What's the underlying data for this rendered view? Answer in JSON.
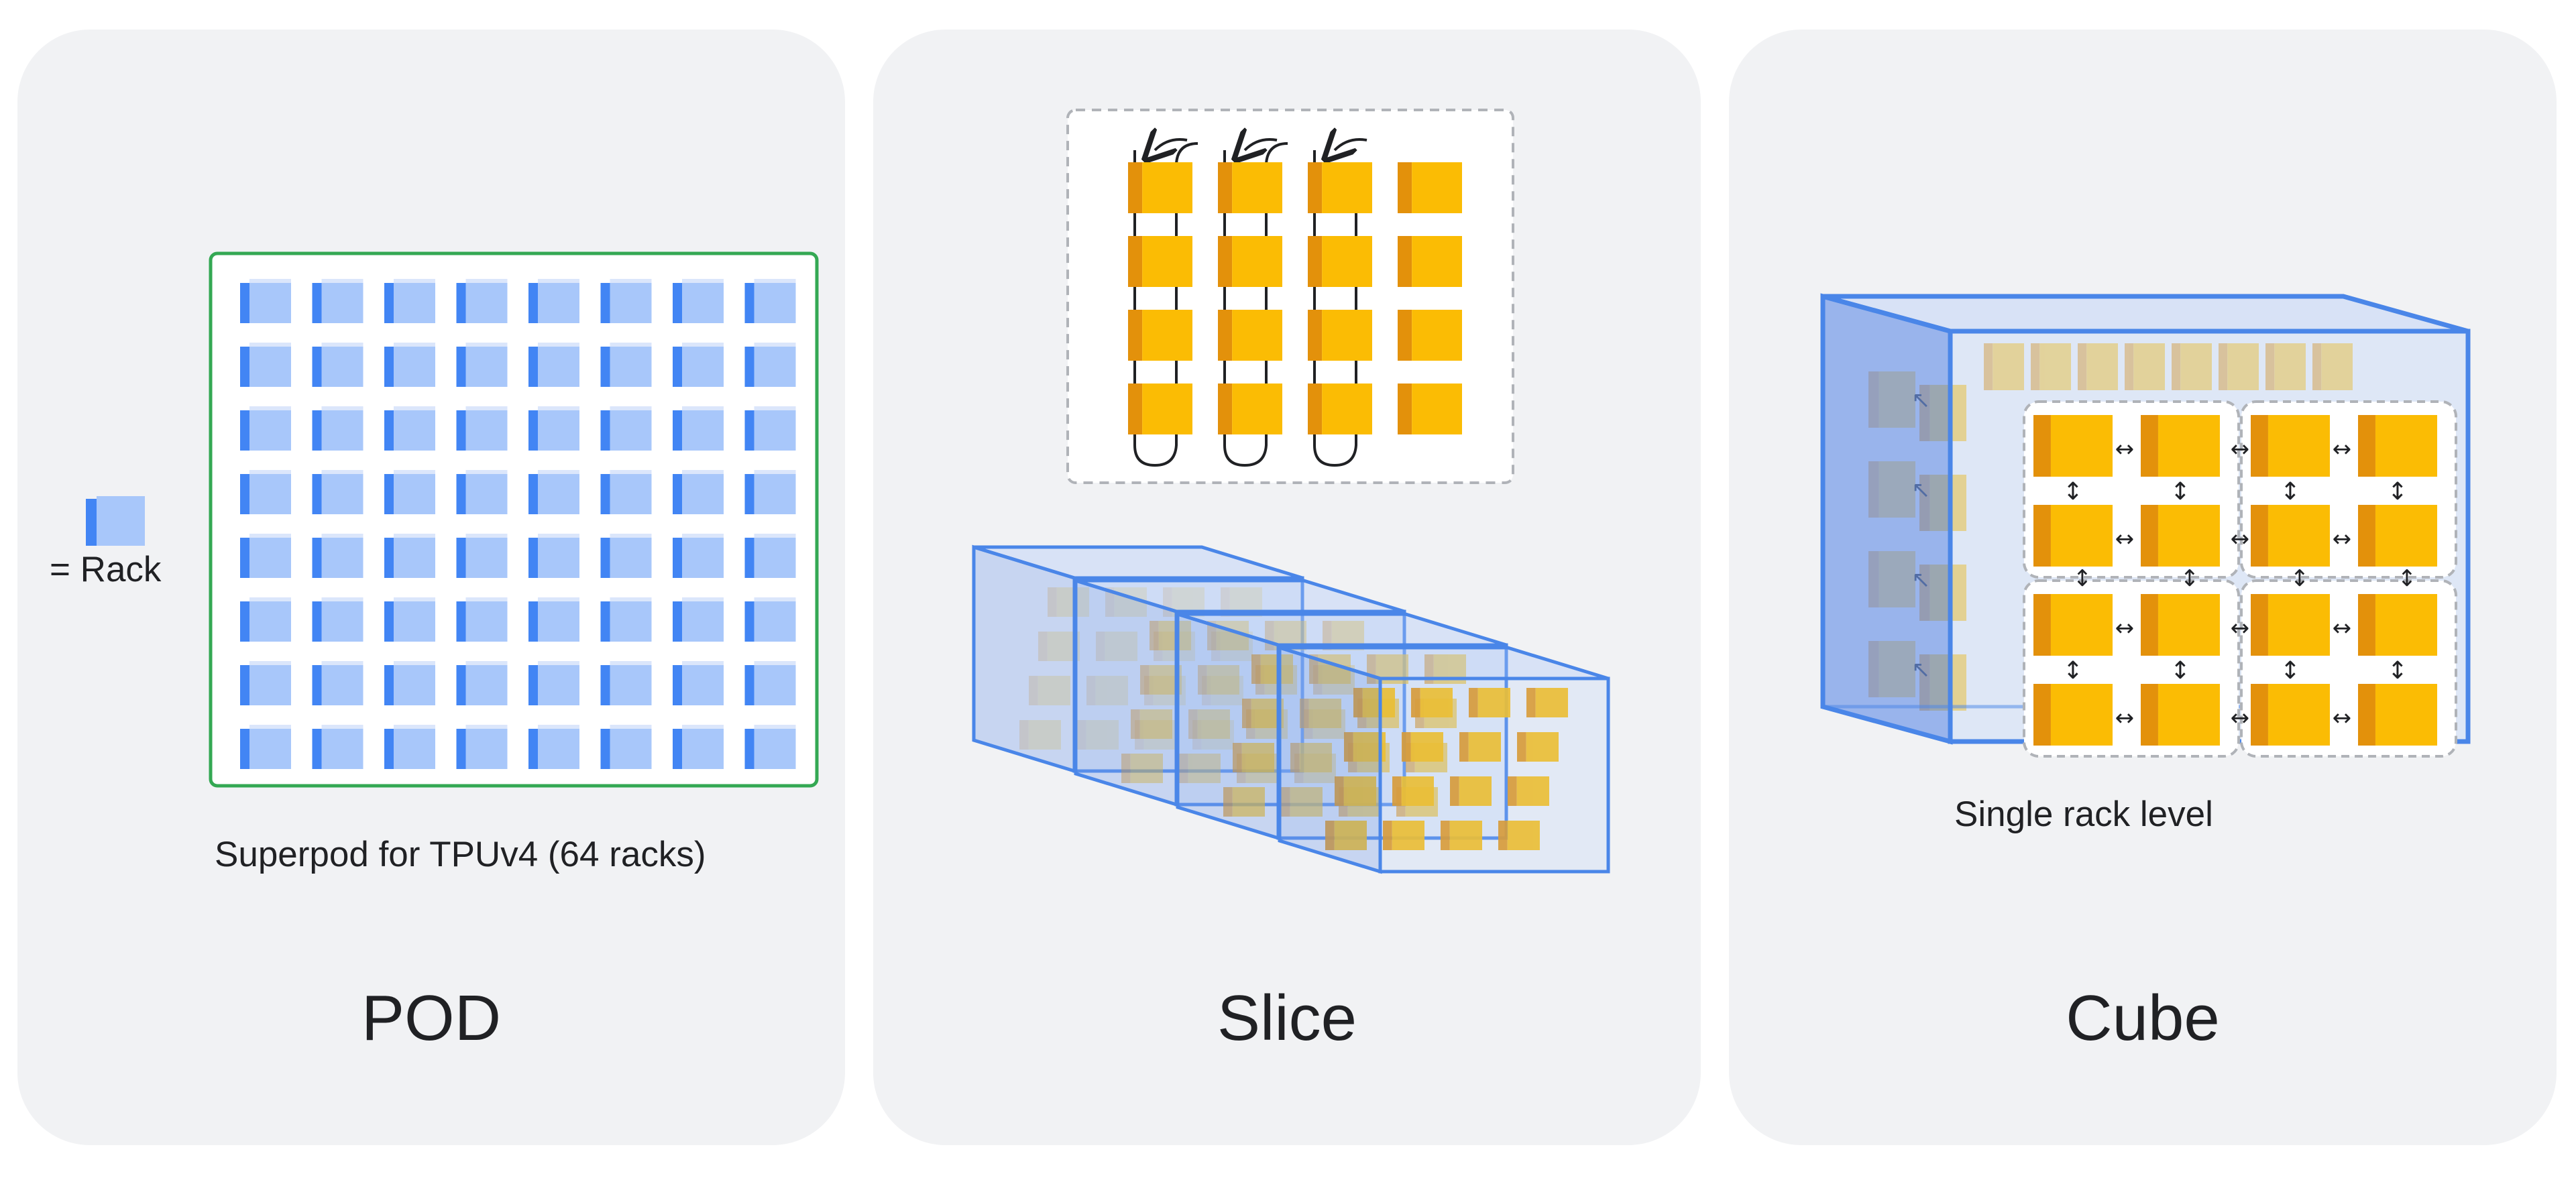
{
  "panels": {
    "pod": {
      "title": "POD",
      "legend_label": "= Rack",
      "caption": "Superpod for TPUv4 (64 racks)",
      "grid": {
        "rows": 8,
        "cols": 8
      }
    },
    "slice": {
      "title": "Slice",
      "chip_grid": {
        "rows": 4,
        "cols": 4
      },
      "stacked_cubes": 4
    },
    "cube": {
      "title": "Cube",
      "caption": "Single rack level",
      "arrow_h": "↔",
      "arrow_v": "↕"
    }
  },
  "colors": {
    "panel_bg": "#f1f2f4",
    "rack_face": "#a8c7fa",
    "rack_side": "#4285f4",
    "pod_border": "#34a853",
    "chip_face": "#fbbc04",
    "chip_side": "#e3910b",
    "cube_edge": "#4a86e8",
    "dashed_border": "#b0b3b8"
  }
}
